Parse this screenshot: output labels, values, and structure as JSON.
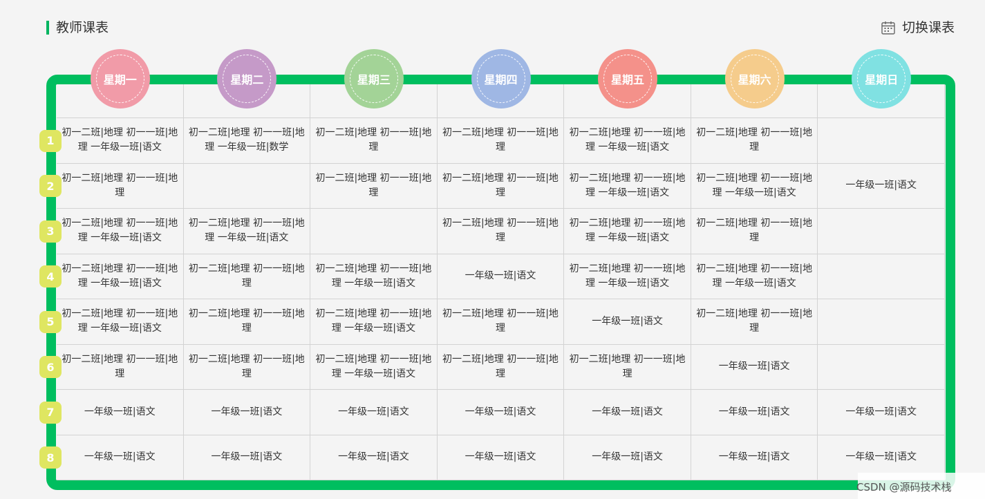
{
  "header": {
    "title": "教师课表",
    "switch_label": "切换课表"
  },
  "days": [
    {
      "label": "星期一",
      "color": "#f19ba8"
    },
    {
      "label": "星期二",
      "color": "#c59ac8"
    },
    {
      "label": "星期三",
      "color": "#a3d397"
    },
    {
      "label": "星期四",
      "color": "#9fb7e4"
    },
    {
      "label": "星期五",
      "color": "#f4918a"
    },
    {
      "label": "星期六",
      "color": "#f5cc8c"
    },
    {
      "label": "星期日",
      "color": "#80e1e2"
    }
  ],
  "periods": [
    "1",
    "2",
    "3",
    "4",
    "5",
    "6",
    "7",
    "8"
  ],
  "schedule": [
    [
      "初一二班|地理 初一一班|地理 一年级一班|语文",
      "初一二班|地理 初一一班|地理 一年级一班|数学",
      "初一二班|地理 初一一班|地理",
      "初一二班|地理 初一一班|地理",
      "初一二班|地理 初一一班|地理 一年级一班|语文",
      "初一二班|地理 初一一班|地理",
      ""
    ],
    [
      "初一二班|地理 初一一班|地理",
      "",
      "初一二班|地理 初一一班|地理",
      "初一二班|地理 初一一班|地理",
      "初一二班|地理 初一一班|地理 一年级一班|语文",
      "初一二班|地理 初一一班|地理 一年级一班|语文",
      "一年级一班|语文"
    ],
    [
      "初一二班|地理 初一一班|地理 一年级一班|语文",
      "初一二班|地理 初一一班|地理 一年级一班|语文",
      "",
      "初一二班|地理 初一一班|地理",
      "初一二班|地理 初一一班|地理 一年级一班|语文",
      "初一二班|地理 初一一班|地理",
      ""
    ],
    [
      "初一二班|地理 初一一班|地理 一年级一班|语文",
      "初一二班|地理 初一一班|地理",
      "初一二班|地理 初一一班|地理 一年级一班|语文",
      "一年级一班|语文",
      "初一二班|地理 初一一班|地理 一年级一班|语文",
      "初一二班|地理 初一一班|地理 一年级一班|语文",
      ""
    ],
    [
      "初一二班|地理 初一一班|地理 一年级一班|语文",
      "初一二班|地理 初一一班|地理",
      "初一二班|地理 初一一班|地理 一年级一班|语文",
      "初一二班|地理 初一一班|地理",
      "一年级一班|语文",
      "初一二班|地理 初一一班|地理",
      ""
    ],
    [
      "初一二班|地理 初一一班|地理",
      "初一二班|地理 初一一班|地理",
      "初一二班|地理 初一一班|地理 一年级一班|语文",
      "初一二班|地理 初一一班|地理",
      "初一二班|地理 初一一班|地理",
      "一年级一班|语文",
      ""
    ],
    [
      "一年级一班|语文",
      "一年级一班|语文",
      "一年级一班|语文",
      "一年级一班|语文",
      "一年级一班|语文",
      "一年级一班|语文",
      "一年级一班|语文"
    ],
    [
      "一年级一班|语文",
      "一年级一班|语文",
      "一年级一班|语文",
      "一年级一班|语文",
      "一年级一班|语文",
      "一年级一班|语文",
      "一年级一班|语文"
    ]
  ],
  "colors": {
    "accent": "#00b560",
    "frame": "#00be5f",
    "badge": "#dfe661"
  },
  "icons": {
    "switch": "calendar-icon"
  },
  "footer": {
    "credit": "CSDN @源码技术栈"
  }
}
